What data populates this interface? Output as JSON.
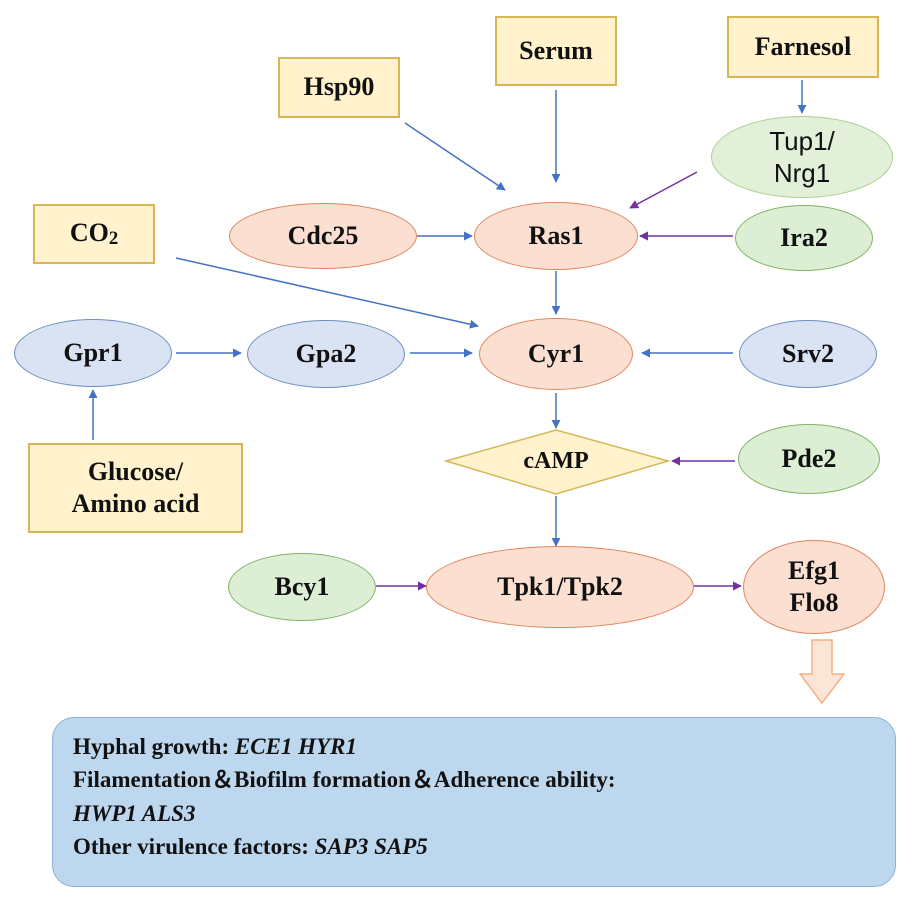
{
  "inputs": {
    "serum": "Serum",
    "farnesol": "Farnesol",
    "hsp90": "Hsp90",
    "co2_main": "CO",
    "co2_sub": "2",
    "glucose_line1": "Glucose/",
    "glucose_line2": "Amino acid"
  },
  "nodes": {
    "tup1_line1": "Tup1/",
    "tup1_line2": "Nrg1",
    "cdc25": "Cdc25",
    "ras1": "Ras1",
    "ira2": "Ira2",
    "gpr1": "Gpr1",
    "gpa2": "Gpa2",
    "cyr1": "Cyr1",
    "srv2": "Srv2",
    "camp": "cAMP",
    "pde2": "Pde2",
    "bcy1": "Bcy1",
    "tpk": "Tpk1/Tpk2",
    "efg1": "Efg1",
    "flo8": "Flo8"
  },
  "result": {
    "line1_label": "Hyphal growth: ",
    "line1_genes": "ECE1 HYR1",
    "line2_label": "Filamentation＆Biofilm formation＆Adherence ability:",
    "line3_genes": "HWP1 ALS3",
    "line4_label": "Other virulence factors: ",
    "line4_genes": "SAP3 SAP5"
  },
  "colors": {
    "activation_arrow": "#4472c4",
    "inhibition_arrow": "#7030a0",
    "input_box_fill": "#fff2cc",
    "result_fill": "#bdd7ee"
  }
}
